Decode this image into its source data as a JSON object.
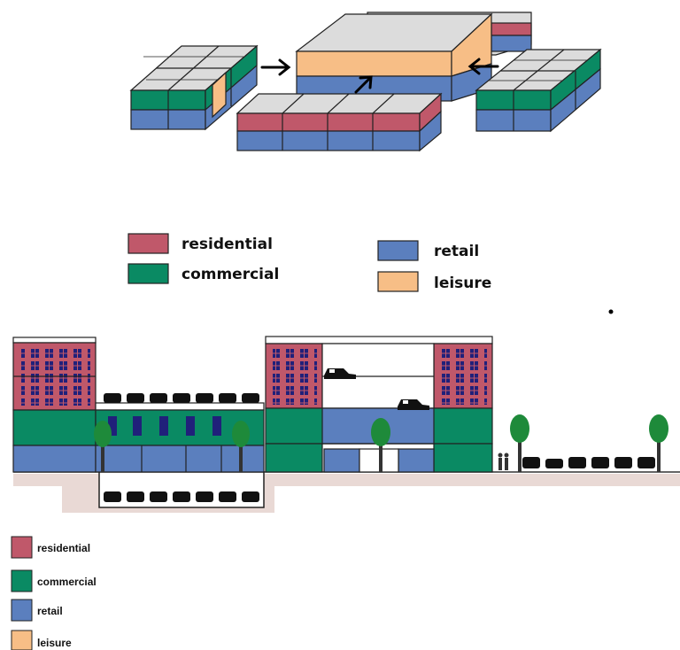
{
  "colors": {
    "residential": "#c0586a",
    "commercial": "#0a8a63",
    "retail": "#5b7fbe",
    "leisure": "#f7be86",
    "roof": "#dcdcdc",
    "ground": "#c9b3ad",
    "tree": "#1e8a3a",
    "window": "#20207a"
  },
  "legend_top": {
    "residential": "residential",
    "commercial": "commercial",
    "retail": "retail",
    "leisure": "leisure"
  },
  "legend_bottom": {
    "residential": "residential",
    "commercial": "commercial",
    "retail": "retail",
    "leisure": "leisure"
  },
  "icons": [
    "arrow-right-icon",
    "arrow-left-icon",
    "arrow-up-icon",
    "tree-icon",
    "car-icon",
    "pedestrian-icon"
  ]
}
